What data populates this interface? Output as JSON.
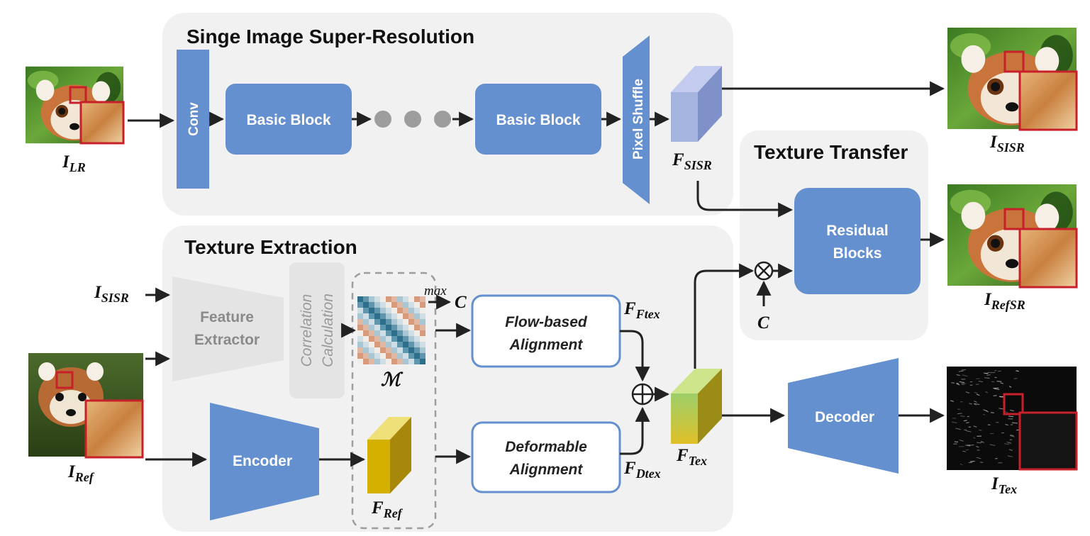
{
  "panels": {
    "sisr_title": "Singe Image Super-Resolution",
    "texture_extraction_title": "Texture Extraction",
    "texture_transfer_title": "Texture Transfer"
  },
  "blocks": {
    "conv": "Conv",
    "basic_block_1": "Basic Block",
    "basic_block_2": "Basic Block",
    "pixel_shuffle": "Pixel Shuffle",
    "residual_line1": "Residual",
    "residual_line2": "Blocks",
    "feature_extractor_line1": "Feature",
    "feature_extractor_line2": "Extractor",
    "correlation_line1": "Correlation",
    "correlation_line2": "Calculation",
    "flow_line1": "Flow-based",
    "flow_line2": "Alignment",
    "deformable_line1": "Deformable",
    "deformable_line2": "Alignment",
    "encoder": "Encoder",
    "decoder": "Decoder"
  },
  "labels": {
    "i_lr": {
      "main": "I",
      "sub": "LR"
    },
    "i_sisr_out": {
      "main": "I",
      "sub": "SISR"
    },
    "i_sisr_in": {
      "main": "I",
      "sub": "SISR"
    },
    "i_refsr": {
      "main": "I",
      "sub": "RefSR"
    },
    "i_ref": {
      "main": "I",
      "sub": "Ref"
    },
    "i_tex": {
      "main": "I",
      "sub": "Tex"
    },
    "f_sisr": {
      "main": "F",
      "sub": "SISR"
    },
    "f_ftex": {
      "main": "F",
      "sub": "Ftex"
    },
    "f_dtex": {
      "main": "F",
      "sub": "Dtex"
    },
    "f_tex": {
      "main": "F",
      "sub": "Tex"
    },
    "f_ref": {
      "main": "F",
      "sub": "Ref"
    },
    "c_top": "C",
    "c_bottom": "C",
    "max": "max",
    "matrix_m": "ℳ"
  },
  "operators": {
    "multiply": "⊗",
    "add": "⊕"
  },
  "colors": {
    "block_blue": "#6490cf",
    "panel_gray": "#f1f1f1",
    "faded_gray": "#e4e4e4",
    "arrow": "#222222",
    "highlight_red": "#c8202a",
    "ref_feature_yellow": "#d4b000",
    "tex_feature_green": "#b5cf55",
    "sisr_feature_lavender": "#a5b3df"
  },
  "icons": [
    "red-panda-image",
    "correlation-matrix-image",
    "texture-map-image"
  ]
}
